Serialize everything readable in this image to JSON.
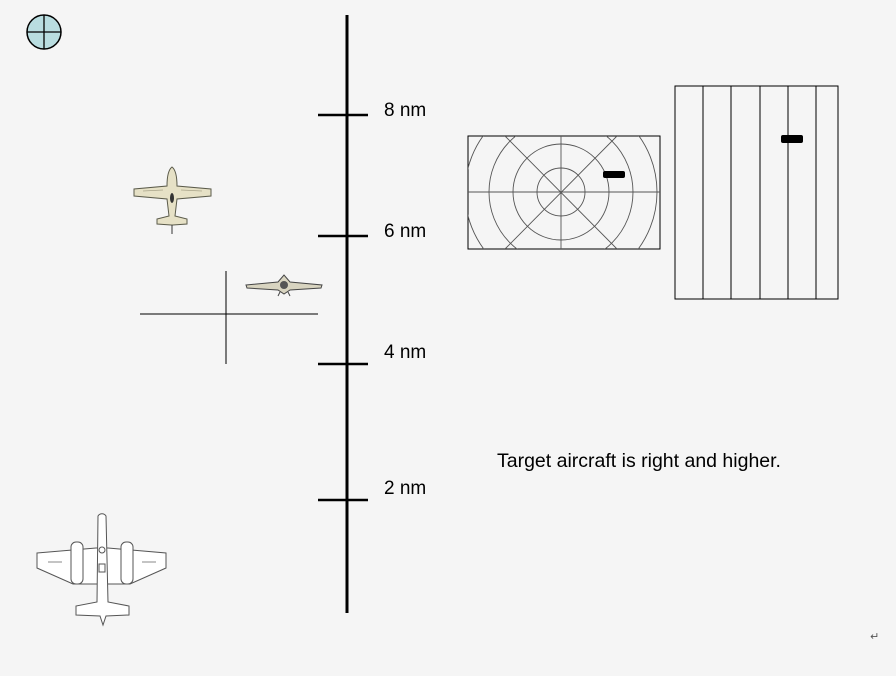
{
  "scale": {
    "marks": [
      {
        "label": "8 nm"
      },
      {
        "label": "6 nm"
      },
      {
        "label": "4 nm"
      },
      {
        "label": "2 nm"
      }
    ]
  },
  "caption": "Target aircraft is right and higher.",
  "paragraph_mark": "↵",
  "icons": {
    "top_left": "crosshair-circle-icon",
    "fighter": "fighter-aircraft-icon",
    "target": "target-aircraft-icon",
    "bomber": "bomber-aircraft-icon"
  },
  "colors": {
    "circle_fill": "#b9dde0",
    "fighter_fill": "#e6e1c6",
    "line": "#000000",
    "grid": "#555555"
  }
}
